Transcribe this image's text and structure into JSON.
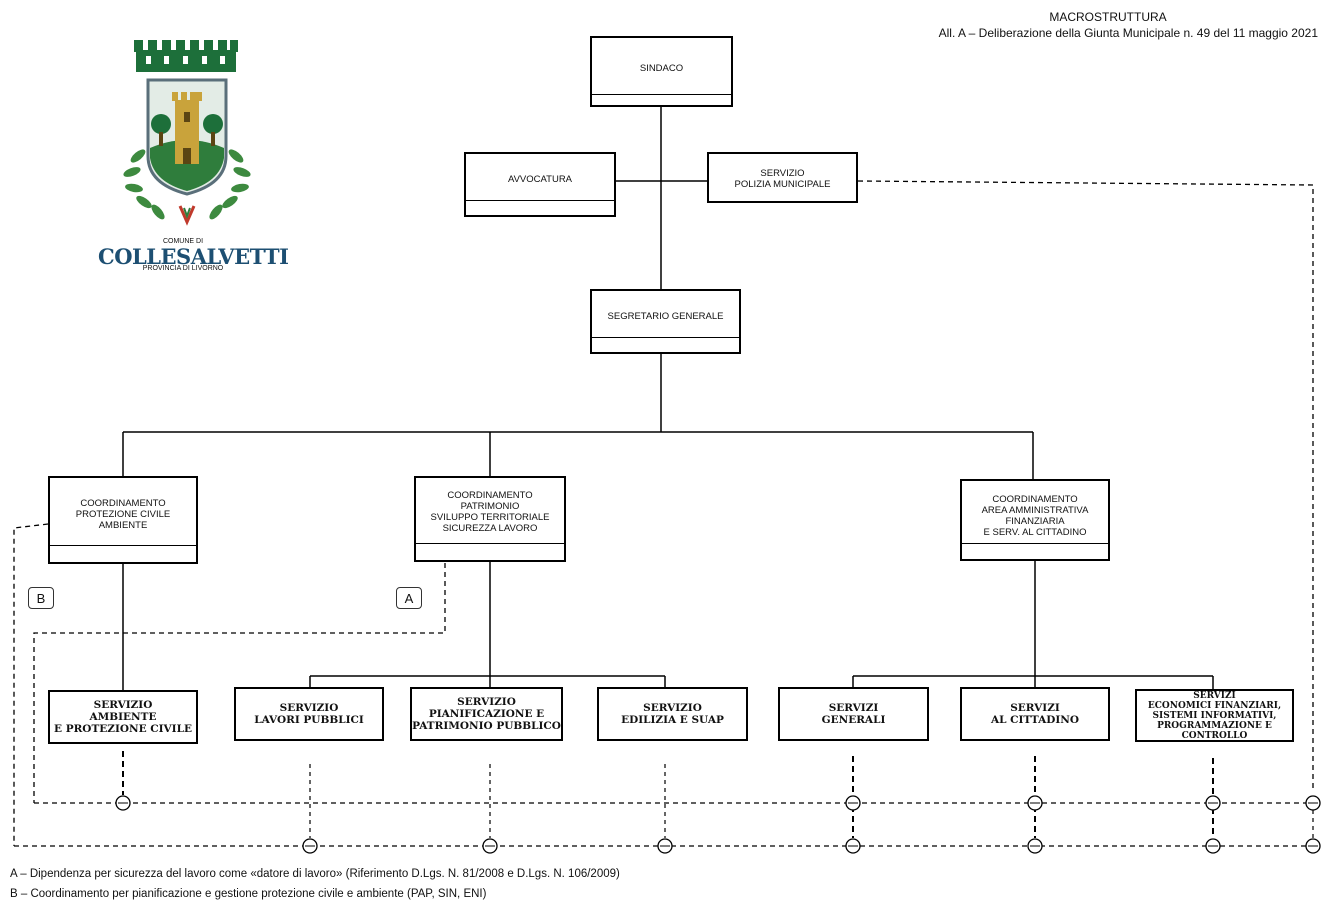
{
  "header": {
    "title": "MACROSTRUTTURA",
    "subtitle": "All. A – Deliberazione della Giunta Municipale n. 49 del 11 maggio 2021"
  },
  "logo": {
    "comune": "COMUNE DI",
    "name": "COLLESALVETTI",
    "province": "PROVINCIA DI LIVORNO"
  },
  "nodes": {
    "sindaco": "SINDACO",
    "avvocatura": "AVVOCATURA",
    "polizia": "SERVIZIO\nPOLIZIA MUNICIPALE",
    "segretario": "SEGRETARIO GENERALE",
    "coord_protezione": "COORDINAMENTO\nPROTEZIONE CIVILE\nAMBIENTE",
    "coord_patrimonio": "COORDINAMENTO\nPATRIMONIO\nSVILUPPO TERRITORIALE\nSICUREZZA LAVORO",
    "coord_amministrativa": "COORDINAMENTO\nAREA AMMINISTRATIVA\nFINANZIARIA\nE SERV. AL CITTADINO"
  },
  "services": {
    "ambiente": "SERVIZIO\nAMBIENTE\nE PROTEZIONE CIVILE",
    "lavori": "SERVIZIO\nLAVORI PUBBLICI",
    "pianificazione": "SERVIZIO\nPIANIFICAZIONE  E\nPATRIMONIO PUBBLICO",
    "edilizia": "SERVIZIO\nEDILIZIA E  SUAP",
    "generali": "SERVIZI\nGENERALI",
    "cittadino": "SERVIZI\nAL CITTADINO",
    "economici": "SERVIZI\nECONOMICI FINANZIARI,\nSISTEMI INFORMATIVI,\nPROGRAMMAZIONE E\nCONTROLLO"
  },
  "tags": {
    "a": "A",
    "b": "B"
  },
  "notes": {
    "a": "A – Dipendenza per sicurezza del lavoro come «datore di lavoro» (Riferimento D.Lgs. N. 81/2008 e D.Lgs. N. 106/2009)",
    "b": "B – Coordinamento per pianificazione e gestione protezione civile e ambiente (PAP, SIN, ENI)"
  }
}
